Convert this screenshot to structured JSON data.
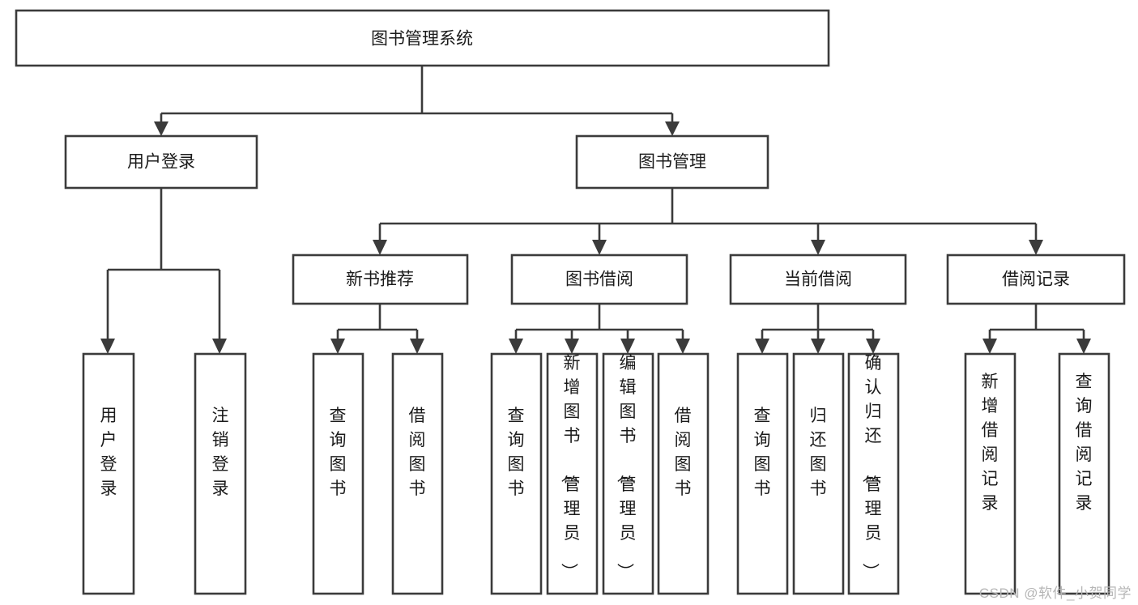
{
  "diagram": {
    "title": "图书管理系统",
    "type": "tree-hierarchy-diagram",
    "watermark": "CSDN @软件_小贺同学",
    "colors": {
      "stroke": "#3b3b3b",
      "box_fill": "#ffffff",
      "text": "#1b1b1b",
      "background": "#ffffff",
      "watermark": "#b6b6b6"
    },
    "root": {
      "label": "图书管理系统"
    },
    "level2": [
      {
        "label": "用户登录"
      },
      {
        "label": "图书管理"
      }
    ],
    "level3": [
      {
        "label": "新书推荐"
      },
      {
        "label": "图书借阅"
      },
      {
        "label": "当前借阅"
      },
      {
        "label": "借阅记录"
      }
    ],
    "leaves": {
      "user_login": [
        {
          "label": "用户登录"
        },
        {
          "label": "注销登录"
        }
      ],
      "new_book_recommend": [
        {
          "label": "查询图书"
        },
        {
          "label": "借阅图书"
        }
      ],
      "book_borrow": [
        {
          "label": "查询图书"
        },
        {
          "label": "新增图书（管理员）"
        },
        {
          "label": "编辑图书（管理员）"
        },
        {
          "label": "借阅图书"
        }
      ],
      "current_borrow": [
        {
          "label": "查询图书"
        },
        {
          "label": "归还图书"
        },
        {
          "label": "确认归还（管理员）"
        }
      ],
      "borrow_records": [
        {
          "label": "新增借阅记录"
        },
        {
          "label": "查询借阅记录"
        }
      ]
    }
  }
}
